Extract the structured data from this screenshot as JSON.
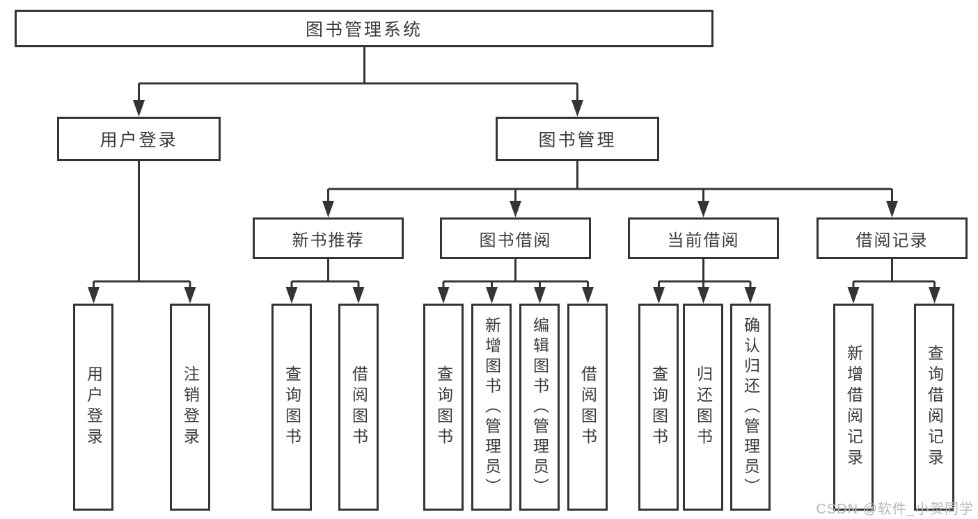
{
  "root": {
    "label": "图书管理系统"
  },
  "level2": {
    "user_login": {
      "label": "用户登录"
    },
    "book_mgmt": {
      "label": "图书管理"
    }
  },
  "level3": {
    "new_books": {
      "label": "新书推荐"
    },
    "borrowing": {
      "label": "图书借阅"
    },
    "current": {
      "label": "当前借阅"
    },
    "records": {
      "label": "借阅记录"
    }
  },
  "leaves": {
    "login": {
      "label": "用户登录"
    },
    "logout": {
      "label": "注销登录"
    },
    "nb_query": {
      "label": "查询图书"
    },
    "nb_borrow": {
      "label": "借阅图书"
    },
    "bw_query": {
      "label": "查询图书"
    },
    "bw_add": {
      "label": "新增图书（管理员）"
    },
    "bw_edit": {
      "label": "编辑图书（管理员）"
    },
    "bw_borrow": {
      "label": "借阅图书"
    },
    "cur_query": {
      "label": "查询图书"
    },
    "cur_return": {
      "label": "归还图书"
    },
    "cur_confirm": {
      "label": "确认归还（管理员）"
    },
    "rec_add": {
      "label": "新增借阅记录"
    },
    "rec_query": {
      "label": "查询借阅记录"
    }
  },
  "watermark": {
    "text": "CSDN @软件_小贺同学"
  },
  "colors": {
    "line": "#343434",
    "text": "#3a3a3a",
    "watermark": "#b7b7bb",
    "background": "#ffffff"
  }
}
